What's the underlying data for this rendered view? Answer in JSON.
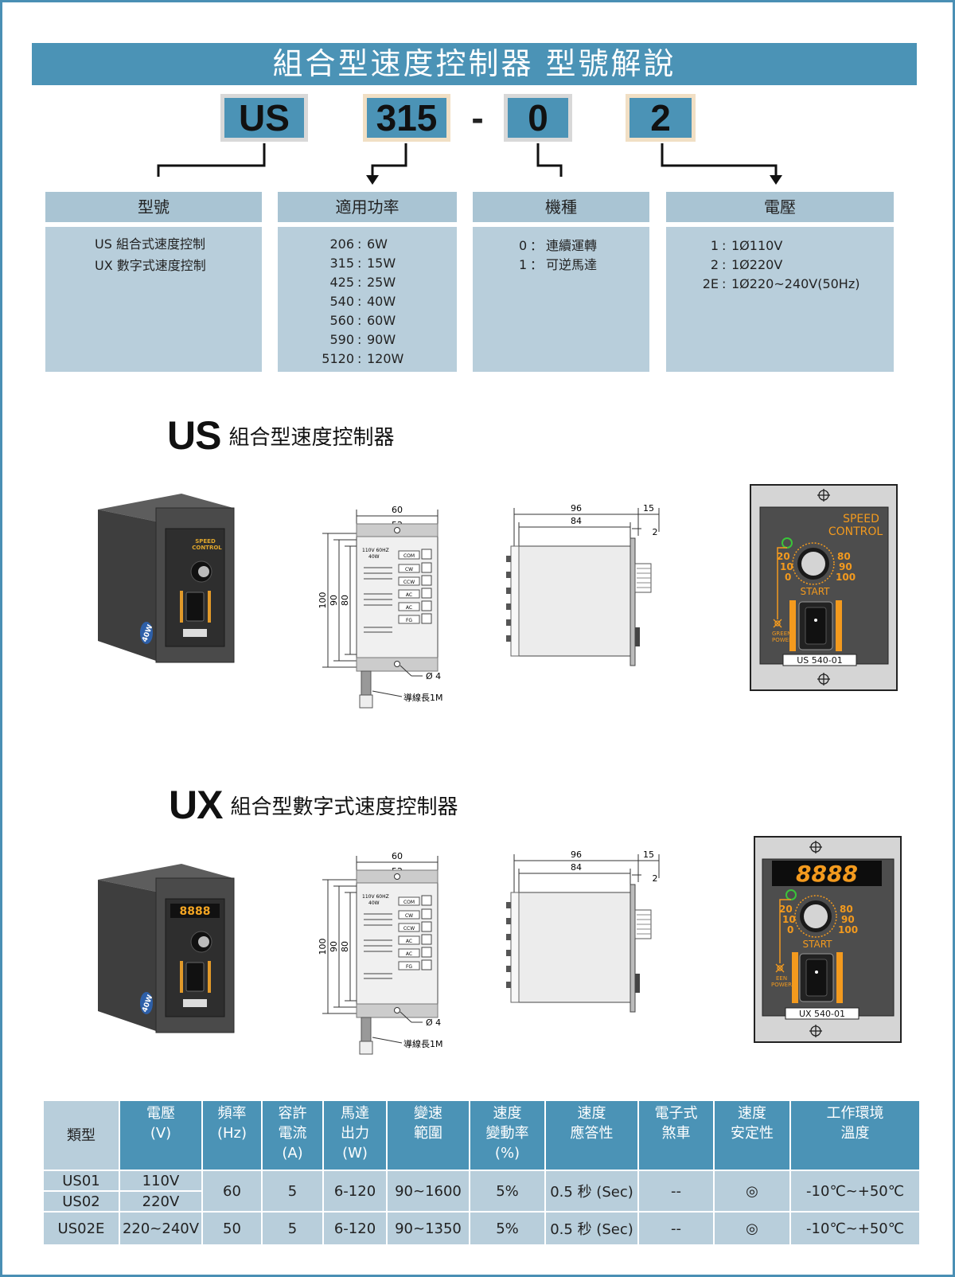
{
  "banner": {
    "title": "組合型速度控制器 型號解說"
  },
  "codes": {
    "c1": "US",
    "c2": "315",
    "dash": "-",
    "c3": "0",
    "c4": "2"
  },
  "columns": [
    {
      "header": "型號",
      "lines": [
        "US 組合式速度控制",
        "UX 數字式速度控制"
      ]
    },
    {
      "header": "適用功率",
      "rows": [
        [
          "206",
          "6W"
        ],
        [
          "315",
          "15W"
        ],
        [
          "425",
          "25W"
        ],
        [
          "540",
          "40W"
        ],
        [
          "560",
          "60W"
        ],
        [
          "590",
          "90W"
        ],
        [
          "5120",
          "120W"
        ]
      ]
    },
    {
      "header": "機種",
      "rows": [
        [
          "0",
          "連續運轉"
        ],
        [
          "1",
          "可逆馬達"
        ]
      ]
    },
    {
      "header": "電壓",
      "rows": [
        [
          "1",
          "1Ø110V"
        ],
        [
          "2",
          "1Ø220V"
        ],
        [
          "2E",
          "1Ø220~240V(50Hz)"
        ]
      ]
    }
  ],
  "us_section": {
    "prefix": "US",
    "title": "組合型速度控制器"
  },
  "ux_section": {
    "prefix": "UX",
    "title": "組合型數字式速度控制器"
  },
  "drawing": {
    "front_w_outer": "60",
    "front_w_inner": "52",
    "h_outer": "100",
    "h_mid": "90",
    "h_inner": "80",
    "hole": "Ø 4",
    "lead": "導線長1M",
    "side_outer": "96",
    "side_inner": "84",
    "side_knob": "15",
    "side_gap": "2",
    "label_lines": [
      "110V 60HZ",
      "40W"
    ],
    "terminals": [
      "COM",
      "CW",
      "CCW",
      "AC",
      "AC",
      "FG"
    ]
  },
  "panel_us": {
    "speed": "SPEED",
    "control": "CONTROL",
    "s20": "20",
    "s10": "10",
    "s0": "0",
    "s80": "80",
    "s90": "90",
    "s100": "100",
    "start": "START",
    "green": "GREEN",
    "power": "POWER",
    "model": "US 540-01"
  },
  "panel_ux": {
    "digits": "8888",
    "s20": "20",
    "s10": "10",
    "s0": "0",
    "s80": "80",
    "s90": "90",
    "s100": "100",
    "start": "START",
    "een": "EEN",
    "power": "POWER",
    "model": "UX 540-01"
  },
  "photo": {
    "badge": "40W",
    "speed": "SPEED",
    "control": "CONTROL",
    "digits": "8888"
  },
  "table": {
    "headers": [
      {
        "line1": "類型"
      },
      {
        "line1": "電壓",
        "line2": "(V)"
      },
      {
        "line1": "頻率",
        "line2": "(Hz)"
      },
      {
        "line1": "容許",
        "line2": "電流",
        "line3": "(A)"
      },
      {
        "line1": "馬達",
        "line2": "出力",
        "line3": "(W)"
      },
      {
        "line1": "變速",
        "line2": "範圍"
      },
      {
        "line1": "速度",
        "line2": "變動率",
        "line3": "(%)"
      },
      {
        "line1": "速度",
        "line2": "應答性"
      },
      {
        "line1": "電子式",
        "line2": "煞車"
      },
      {
        "line1": "速度",
        "line2": "安定性"
      },
      {
        "line1": "工作環境",
        "line2": "溫度"
      }
    ],
    "row_us01": {
      "type": "US01",
      "volt": "110V"
    },
    "row_us02": {
      "type": "US02",
      "volt": "220V"
    },
    "shared": {
      "hz": "60",
      "amp": "5",
      "watt": "6-120",
      "range": "90~1600",
      "var": "5%",
      "resp": "0.5 秒 (Sec)",
      "brake": "--",
      "stab": "◎",
      "temp": "-10℃~+50℃"
    },
    "row_us02e": {
      "type": "US02E",
      "volt": "220~240V",
      "hz": "50",
      "amp": "5",
      "watt": "6-120",
      "range": "90~1350",
      "var": "5%",
      "resp": "0.5 秒 (Sec)",
      "brake": "--",
      "stab": "◎",
      "temp": "-10℃~+50℃"
    }
  }
}
